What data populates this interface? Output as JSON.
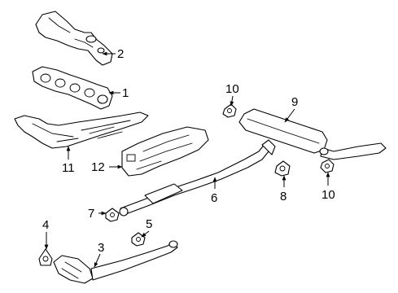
{
  "callouts": {
    "c1": "1",
    "c2": "2",
    "c3": "3",
    "c4": "4",
    "c5": "5",
    "c6": "6",
    "c7": "7",
    "c8": "8",
    "c9": "9",
    "c10a": "10",
    "c10b": "10",
    "c11": "11",
    "c12": "12"
  },
  "colors": {
    "line": "#000000",
    "background": "#ffffff"
  }
}
